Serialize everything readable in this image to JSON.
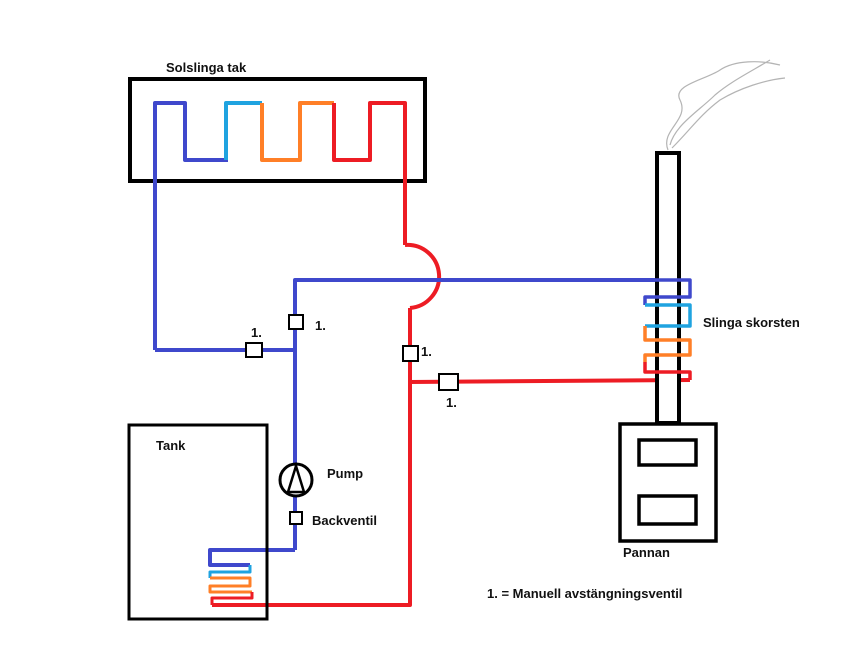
{
  "labels": {
    "roof_coil": "Solslinga tak",
    "chimney_coil": "Slinga skorsten",
    "tank": "Tank",
    "pump": "Pump",
    "check_valve": "Backventil",
    "boiler": "Pannan",
    "valve_marker": "1.",
    "legend": "1. = Manuell avstängningsventil"
  },
  "colors": {
    "cold": "#3f48cc",
    "light_blue": "#1fa3e0",
    "orange": "#ff7f27",
    "hot": "#ed1c24",
    "outline": "#000000",
    "smoke": "#b4b4b4"
  }
}
